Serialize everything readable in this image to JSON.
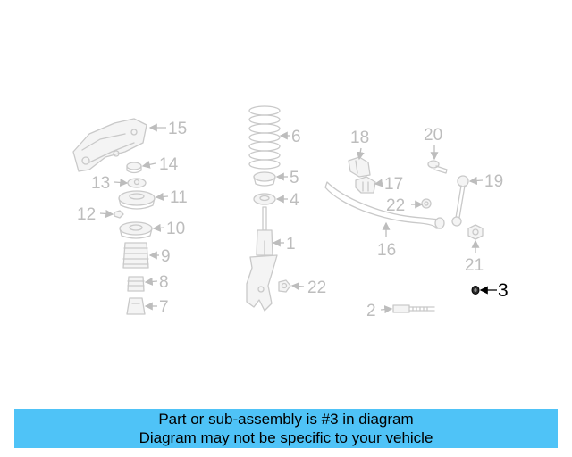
{
  "banner": {
    "line1": "Part or sub-assembly is #3 in diagram",
    "line2": "Diagram may not be specific to your vehicle"
  },
  "callouts": {
    "c15": "15",
    "c14": "14",
    "c13": "13",
    "c11": "11",
    "c12": "12",
    "c10": "10",
    "c9": "9",
    "c8": "8",
    "c7": "7",
    "c6": "6",
    "c5": "5",
    "c4": "4",
    "c1": "1",
    "c22a": "22",
    "c18": "18",
    "c17": "17",
    "c22b": "22",
    "c16": "16",
    "c20": "20",
    "c19": "19",
    "c21": "21",
    "c2": "2",
    "c3": "3"
  },
  "colors": {
    "banner": "#4fc3f7",
    "faded": "#c9c9c9",
    "highlight": "#000000"
  }
}
